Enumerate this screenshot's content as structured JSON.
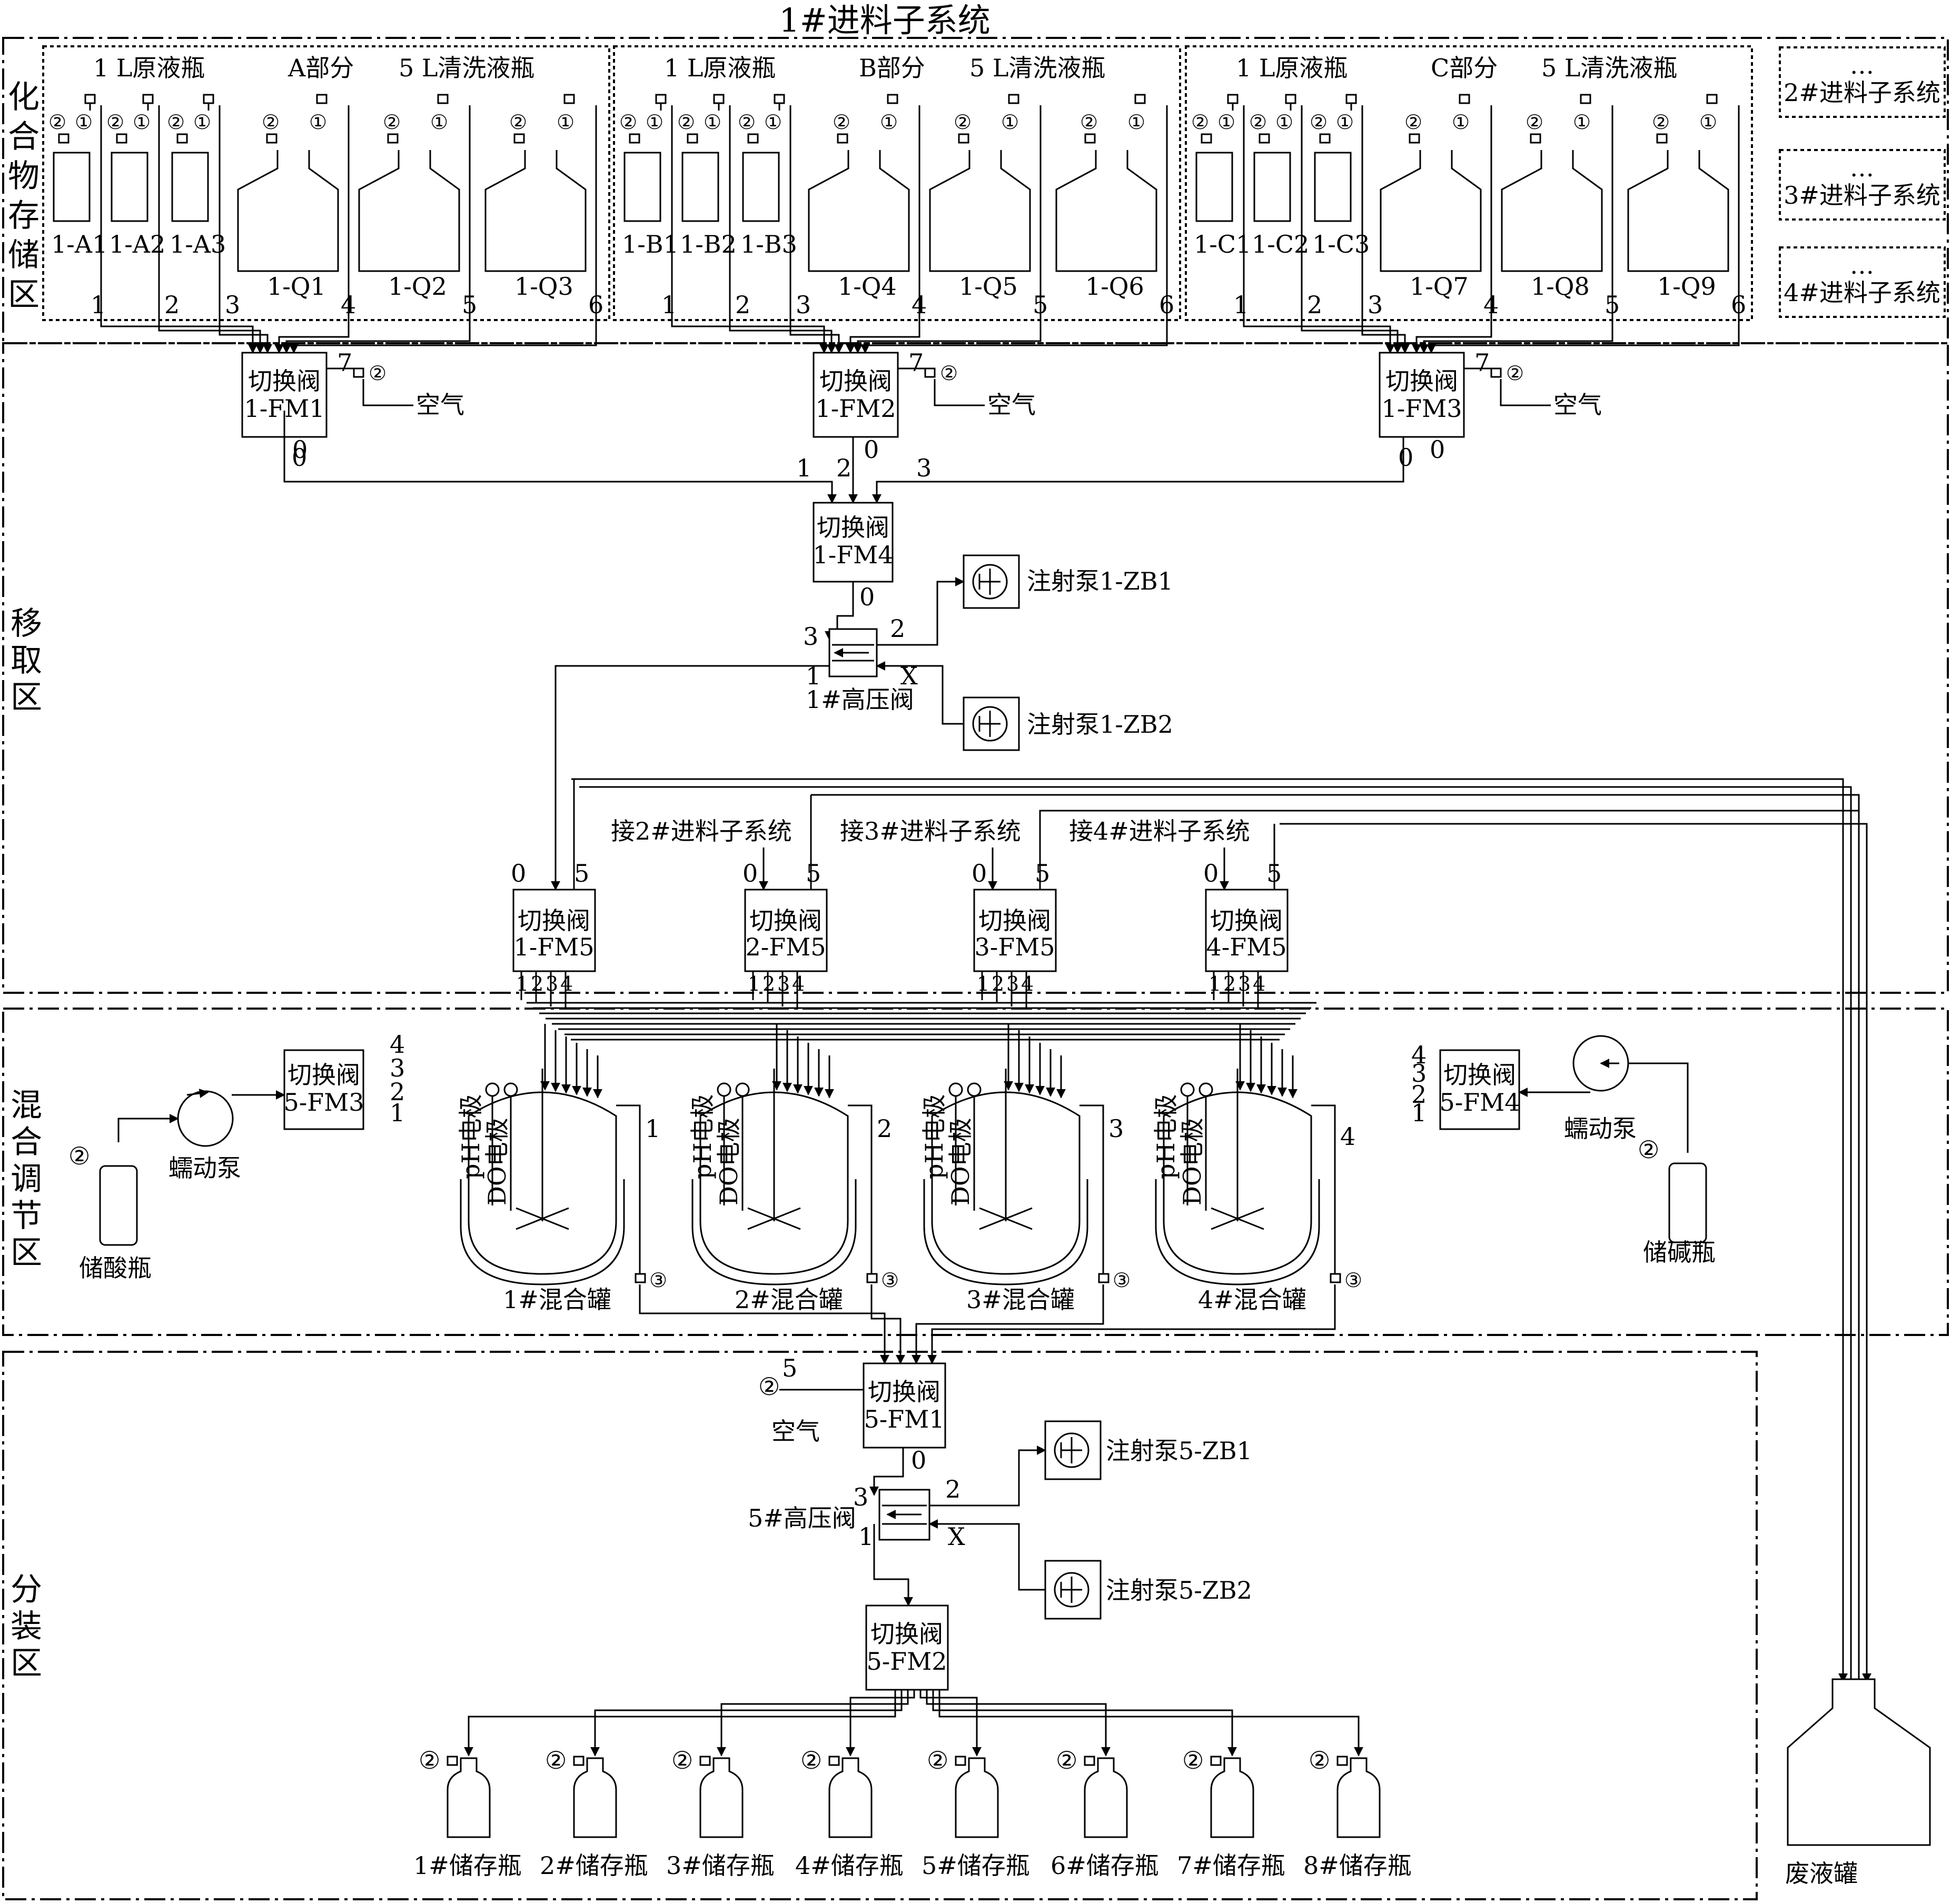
{
  "title": "1#进料子系统",
  "zones": {
    "storage": "化合物存储区",
    "transfer": "移取区",
    "mixing": "混合调节区",
    "dispense": "分装区"
  },
  "other_subsystems": [
    "2#进料子系统",
    "3#进料子系统",
    "4#进料子系统"
  ],
  "ellipsis": "…",
  "parts": [
    {
      "label": "A部分",
      "small_label": "1 L原液瓶",
      "large_label": "5 L清洗液瓶",
      "small": [
        "1-A1",
        "1-A2",
        "1-A3"
      ],
      "large": [
        "1-Q1",
        "1-Q2",
        "1-Q3"
      ],
      "valve": [
        "切换阀",
        "1-FM1"
      ]
    },
    {
      "label": "B部分",
      "small_label": "1 L原液瓶",
      "large_label": "5 L清洗液瓶",
      "small": [
        "1-B1",
        "1-B2",
        "1-B3"
      ],
      "large": [
        "1-Q4",
        "1-Q5",
        "1-Q6"
      ],
      "valve": [
        "切换阀",
        "1-FM2"
      ]
    },
    {
      "label": "C部分",
      "small_label": "1 L原液瓶",
      "large_label": "5 L清洗液瓶",
      "small": [
        "1-C1",
        "1-C2",
        "1-C3"
      ],
      "large": [
        "1-Q7",
        "1-Q8",
        "1-Q9"
      ],
      "valve": [
        "切换阀",
        "1-FM3"
      ]
    }
  ],
  "symbols": {
    "c1": "①",
    "c2": "②",
    "c3": "③"
  },
  "port_numbers": [
    "0",
    "1",
    "2",
    "3",
    "4",
    "5",
    "6",
    "7"
  ],
  "air": "空气",
  "valve_fm4": [
    "切换阀",
    "1-FM4"
  ],
  "hp_valve_1": "1#高压阀",
  "hp_x": "X",
  "pumps_top": [
    "注射泵1-ZB1",
    "注射泵1-ZB2"
  ],
  "connect_labels": [
    "接2#进料子系统",
    "接3#进料子系统",
    "接4#进料子系统"
  ],
  "fm5_valves": [
    [
      "切换阀",
      "1-FM5"
    ],
    [
      "切换阀",
      "2-FM5"
    ],
    [
      "切换阀",
      "3-FM5"
    ],
    [
      "切换阀",
      "4-FM5"
    ]
  ],
  "valve_fm3": [
    "切换阀",
    "5-FM3"
  ],
  "valve_fm4b": [
    "切换阀",
    "5-FM4"
  ],
  "peristaltic_pump": "蠕动泵",
  "acid_bottle": "储酸瓶",
  "base_bottle": "储碱瓶",
  "ph_electrode": "pH电极",
  "do_electrode": "DO电极",
  "tanks": [
    "1#混合罐",
    "2#混合罐",
    "3#混合罐",
    "4#混合罐"
  ],
  "valve_5fm1": [
    "切换阀",
    "5-FM1"
  ],
  "hp_valve_5": "5#高压阀",
  "pumps_bottom": [
    "注射泵5-ZB1",
    "注射泵5-ZB2"
  ],
  "valve_5fm2": [
    "切换阀",
    "5-FM2"
  ],
  "storage_bottles": [
    "1#储存瓶",
    "2#储存瓶",
    "3#储存瓶",
    "4#储存瓶",
    "5#储存瓶",
    "6#储存瓶",
    "7#储存瓶",
    "8#储存瓶"
  ],
  "waste_tank": "废液罐"
}
